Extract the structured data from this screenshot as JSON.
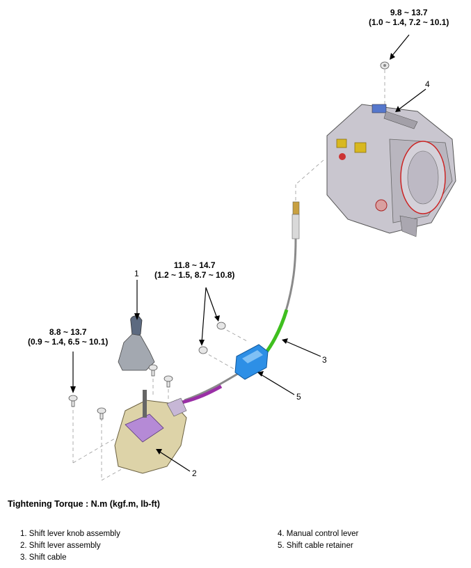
{
  "torques": {
    "manual_lever_nut": {
      "nm": "9.8 ~ 13.7",
      "alt": "(1.0 ~ 1.4, 7.2 ~ 10.1)"
    },
    "retainer_bolts": {
      "nm": "11.8 ~ 14.7",
      "alt": "(1.2 ~ 1.5, 8.7 ~ 10.8)"
    },
    "shift_lever_bolts": {
      "nm": "8.8 ~ 13.7",
      "alt": "(0.9 ~ 1.4, 6.5 ~ 10.1)"
    }
  },
  "callouts": [
    "1",
    "2",
    "3",
    "4",
    "5"
  ],
  "heading": "Tightening Torque : N.m (kgf.m, lb-ft)",
  "legend": {
    "left": [
      "1. Shift lever knob assembly",
      "2. Shift lever assembly",
      "3. Shift cable"
    ],
    "right": [
      "4. Manual control lever",
      "5. Shift cable retainer"
    ]
  },
  "colors": {
    "cable_green": "#3fbf1f",
    "cable_purple": "#9a2fa6",
    "retainer_blue": "#2d8fe6",
    "transaxle": "#c9c6cf"
  }
}
